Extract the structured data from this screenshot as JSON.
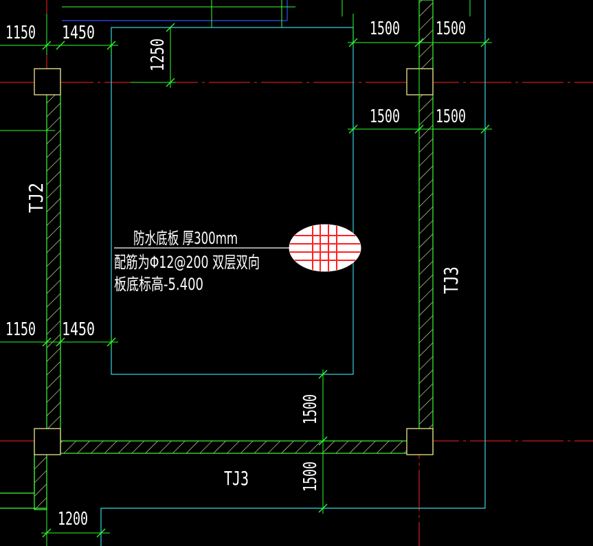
{
  "colors": {
    "background": "#000000",
    "axis": "#ff2020",
    "wall": "#3cff3c",
    "slab": "#3ad6e6",
    "hatch": "#e8e8a0",
    "column": "#f0e68c",
    "dimension": "#2eff2e",
    "text": "#ffffff",
    "symbol_fill": "#ffffff",
    "symbol_line": "#ff2020"
  },
  "dimensions": {
    "top_left_1150": "1150",
    "top_left_1450": "1450",
    "vertical_1250": "1250",
    "top_right_a1": "1500",
    "top_right_a2": "1500",
    "top_right_b1": "1500",
    "top_right_b2": "1500",
    "mid_left_1150": "1150",
    "mid_left_1450": "1450",
    "bottom_v1": "1500",
    "bottom_v2": "1500",
    "bottom_1200": "1200"
  },
  "labels": {
    "tj2": "TJ2",
    "tj3_right": "TJ3",
    "tj3_bottom": "TJ3"
  },
  "annotation": {
    "line1": "防水底板 厚300mm",
    "line2": "配筋为Φ12@200 双层双向",
    "line3": "板底标高-5.400"
  }
}
